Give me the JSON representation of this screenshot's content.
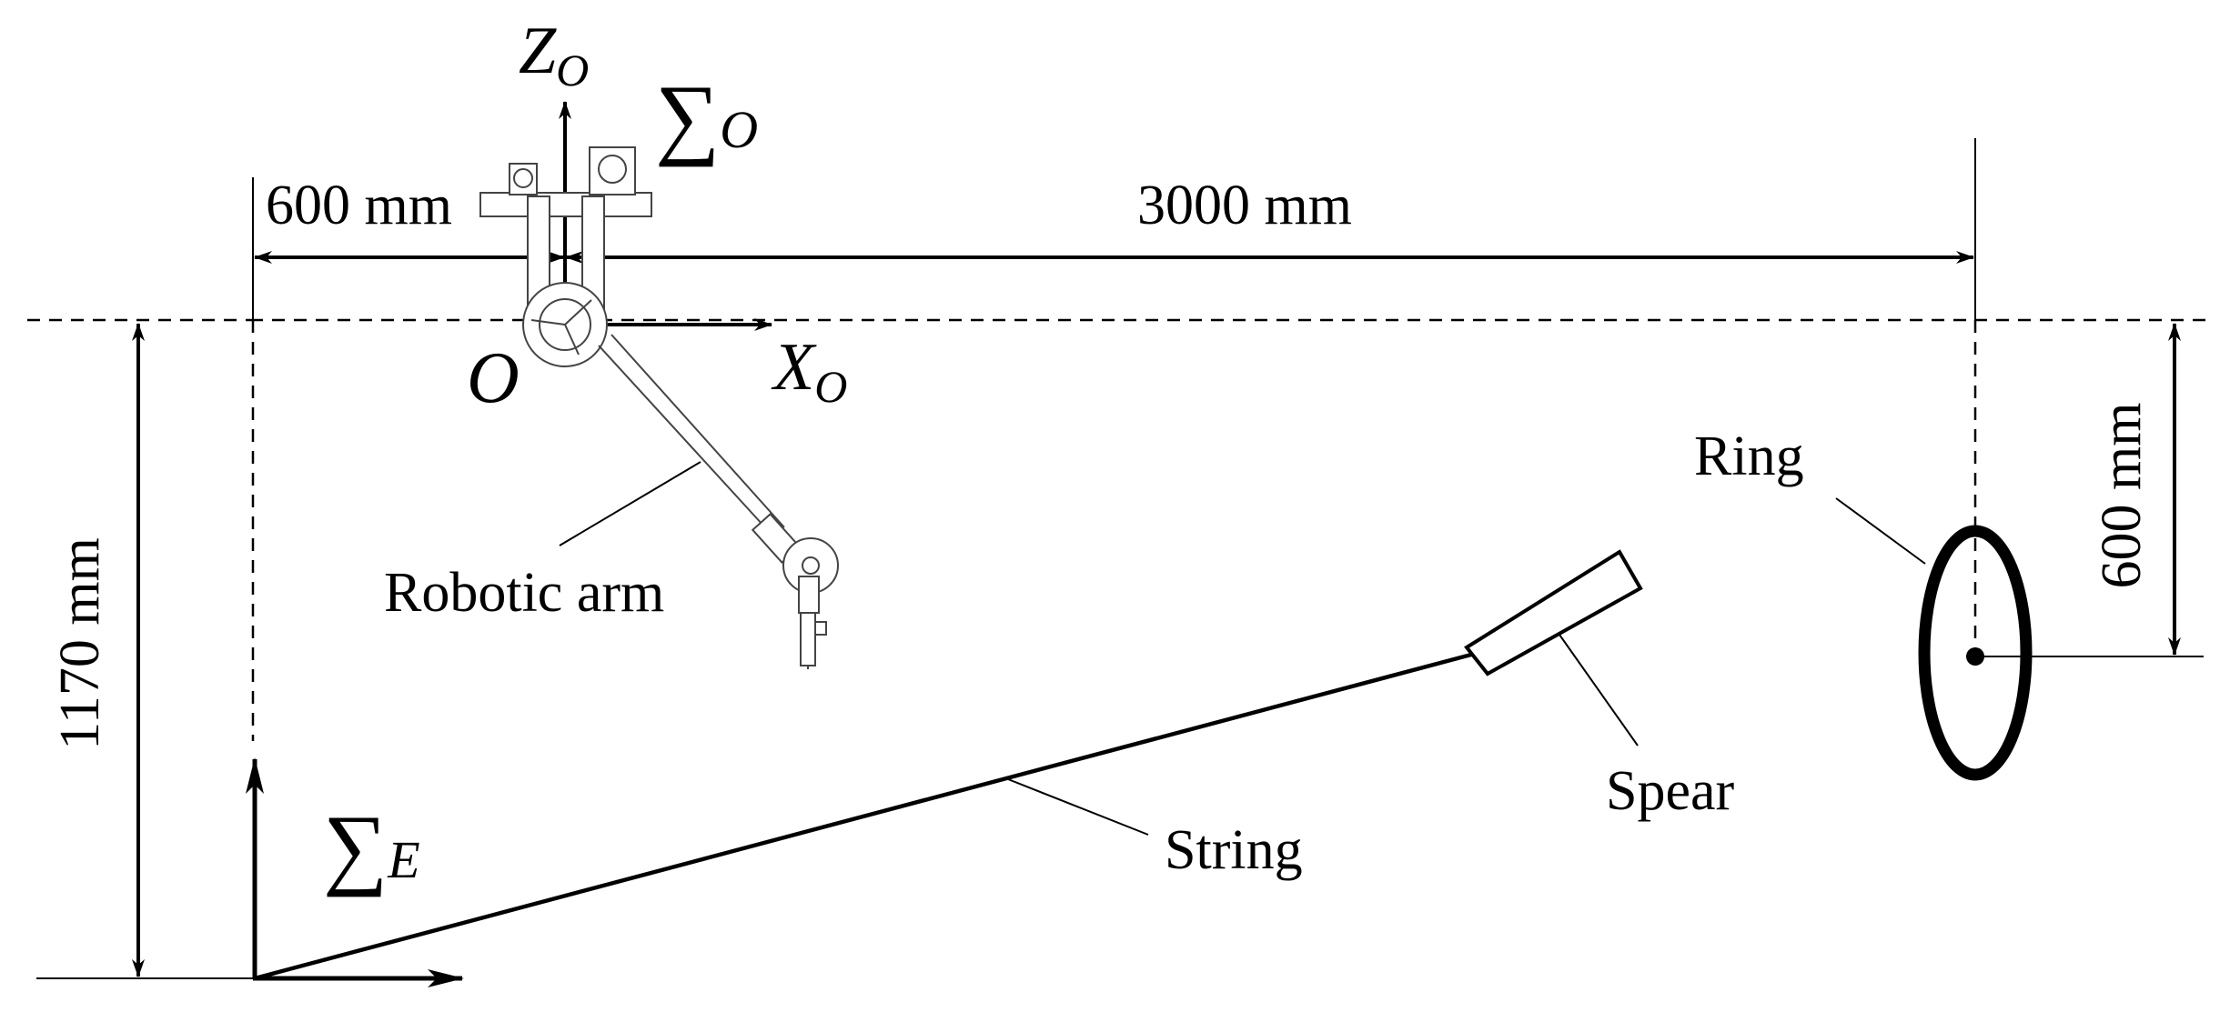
{
  "labels": {
    "z_axis": "Z",
    "z_axis_sub": "O",
    "x_axis": "X",
    "x_axis_sub": "O",
    "origin": "O",
    "sigma_o": "∑",
    "sigma_o_sub": "O",
    "sigma_e": "∑",
    "sigma_e_sub": "E",
    "dim_600_top": "600 mm",
    "dim_3000": "3000 mm",
    "dim_1170": "1170 mm",
    "dim_600_right": "600 mm",
    "robotic_arm": "Robotic arm",
    "ring": "Ring",
    "spear": "Spear",
    "string": "String"
  }
}
